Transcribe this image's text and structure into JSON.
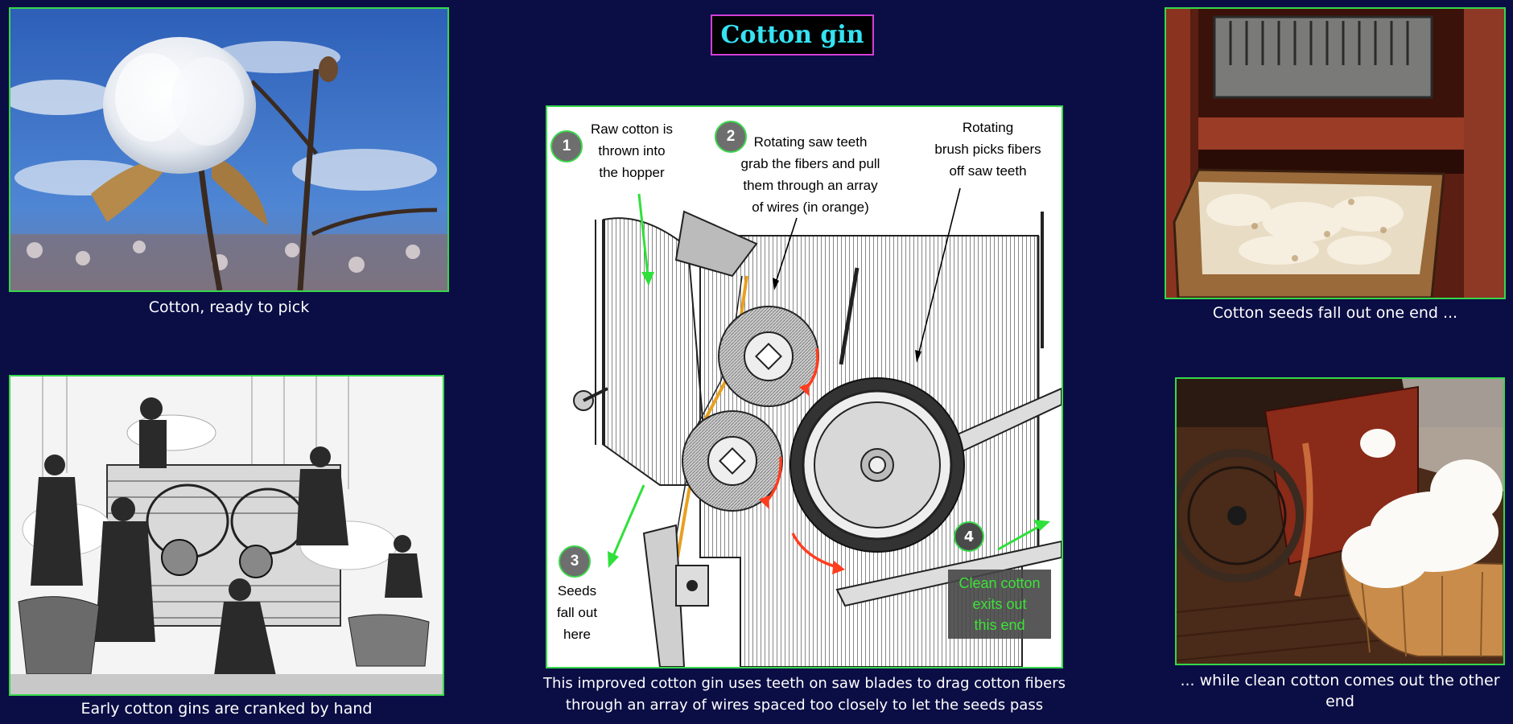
{
  "title": "Cotton gin",
  "photos": {
    "cotton_boll": {
      "caption": "Cotton, ready to pick"
    },
    "hand_gin": {
      "caption": "Early cotton gins are cranked by hand"
    },
    "seeds_end": {
      "caption": "Cotton seeds fall out one end ..."
    },
    "clean_end": {
      "caption": "... while clean cotton comes out the other end"
    }
  },
  "diagram": {
    "caption_line1": "This improved cotton gin uses teeth on saw blades to drag cotton fibers",
    "caption_line2": "through an array of wires spaced too closely to let the seeds pass",
    "steps": [
      {
        "number": "1",
        "lines": [
          "Raw cotton is",
          "thrown into",
          "the hopper"
        ]
      },
      {
        "number": "2",
        "lines": [
          "Rotating saw teeth",
          "grab the fibers and pull",
          "them through an array",
          "of wires (in orange)"
        ]
      },
      {
        "number": "3",
        "lines": [
          "Seeds",
          "fall out",
          "here"
        ]
      },
      {
        "number": "4",
        "lines": [
          "Clean cotton",
          "exits out",
          "this end"
        ]
      }
    ],
    "brush_label": [
      "Rotating",
      "brush picks fibers",
      "off saw teeth"
    ]
  },
  "colors": {
    "background": "#0b0d45",
    "frame": "#36d84a",
    "title_text": "#35e3f3",
    "title_border": "#d23fd6",
    "green_arrow": "#2fe03a",
    "red_arrow": "#ff3d1f",
    "wire_orange": "#e8a020"
  }
}
